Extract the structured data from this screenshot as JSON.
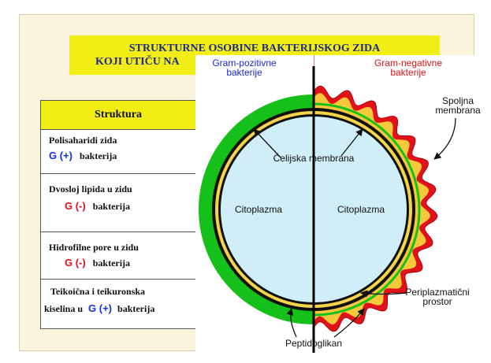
{
  "title": {
    "line1": "STRUKTURNE OSOBINE BAKTERIJSKOG ZIDA",
    "line2": "KOJI UTIČU NA"
  },
  "table": {
    "header": "Struktura",
    "rows": [
      {
        "text1": "Polisaharidi  zida",
        "g": "G (+)",
        "text2": "bakterija"
      },
      {
        "text1": "Dvosloj lipida u zidu",
        "g": "G (-)",
        "text2": "bakterija"
      },
      {
        "text1": "Hidrofilne pore  u  zidu",
        "g": "G (-)",
        "text2": "bakterija"
      },
      {
        "text1": "Teikoična  i  teikuronska",
        "text1b": "kiselina  u",
        "g": "G (+)",
        "text2": "bakterija"
      }
    ]
  },
  "diagram": {
    "gram_positive": {
      "line1": "Gram-pozitivne",
      "line2": "bakterije"
    },
    "gram_negative": {
      "line1": "Gram-negativne",
      "line2": "bakterije"
    },
    "outer_membrane": {
      "line1": "Spoljna",
      "line2": "membrana"
    },
    "cell_membrane": "Ćelijska  membrana",
    "cytoplasm_left": "Citoplazma",
    "cytoplasm_right": "Citoplazma",
    "periplasmic": {
      "line1": "Periplazmatični",
      "line2": "prostor"
    },
    "peptidoglycan": "Peptidoglikan",
    "colors": {
      "gram_positive_label": "#1a2bd6",
      "gram_negative_label": "#e0131b",
      "cytoplasm": "#cfeef7",
      "peptidoglycan": "#16c01a",
      "periplasm": "#f5c93a",
      "outer_membrane": "#e0131b"
    }
  }
}
